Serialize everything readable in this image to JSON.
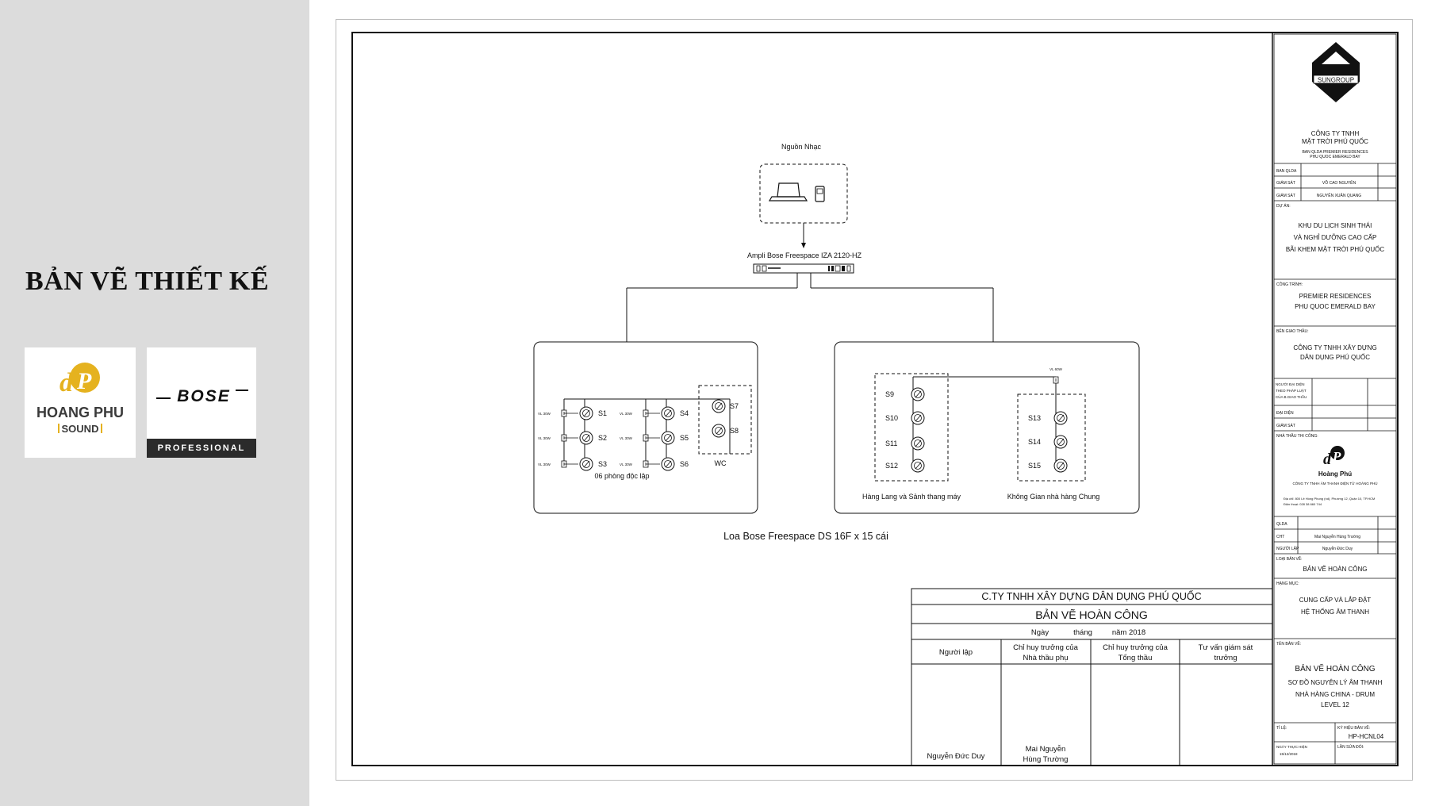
{
  "slide": {
    "title": "BẢN VẼ THIẾT KẾ",
    "logos": {
      "hoang_phu_sound": {
        "line1": "HOANG PHU",
        "line2": "SOUND"
      },
      "bose": {
        "wordmark": "BOSE",
        "badge": "PROFESSIONAL"
      }
    }
  },
  "diagram": {
    "source_label": "Nguồn Nhạc",
    "amp_label": "Ampli Bose Freespace IZA 2120-HZ",
    "left_group": {
      "caption": "06 phòng độc lập",
      "wc_caption": "WC",
      "vol_label": "VL 30W",
      "speakers": [
        "S1",
        "S2",
        "S3",
        "S4",
        "S5",
        "S6",
        "S7",
        "S8"
      ]
    },
    "right_group": {
      "hall_caption": "Hàng Lang và Sảnh thang máy",
      "restaurant_caption": "Không Gian nhà hàng Chung",
      "vol_label": "VL 60W",
      "hall_speakers": [
        "S9",
        "S10",
        "S11",
        "S12"
      ],
      "restaurant_speakers": [
        "S13",
        "S14",
        "S15"
      ]
    },
    "speaker_summary": "Loa Bose Freespace DS 16F x 15 cái"
  },
  "approval_table": {
    "company": "C.TY TNHH XÂY DỰNG DÂN DỤNG PHÚ QUỐC",
    "doc_title": "BẢN VẼ HOÀN CÔNG",
    "date_day": "Ngày",
    "date_month": "tháng",
    "date_year": "năm 2018",
    "columns": [
      {
        "header": [
          "Người lập"
        ],
        "signer": [
          "Nguyễn Đức Duy"
        ]
      },
      {
        "header": [
          "Chỉ huy trưởng của",
          "Nhà thầu phụ"
        ],
        "signer": [
          "Mai Nguyễn",
          "Hùng Trường"
        ]
      },
      {
        "header": [
          "Chỉ huy trưởng của",
          "Tổng thầu"
        ],
        "signer": []
      },
      {
        "header": [
          "Tư vấn giám sát",
          "trưởng"
        ],
        "signer": []
      }
    ]
  },
  "title_block": {
    "client_logo": "SUNGROUP",
    "client_name": [
      "CÔNG TY TNHH",
      "MẶT TRỜI PHÚ QUỐC"
    ],
    "client_sub": [
      "BAN QLDA PREMIER RESIDENCES",
      "PHU QUOC EMERALD BAY"
    ],
    "staff": [
      {
        "role": "BAN QLDA",
        "name": ""
      },
      {
        "role": "GIÁM SÁT",
        "name": "VÕ CAO NGUYÊN"
      },
      {
        "role": "GIÁM SÁT",
        "name": "NGUYỄN XUÂN QUANG"
      }
    ],
    "project_label": "DỰ ÁN:",
    "project": [
      "KHU DU LỊCH SINH THÁI",
      "VÀ NGHỈ DƯỠNG CAO CẤP",
      "BÃI KHEM MẶT TRỜI PHÚ QUỐC"
    ],
    "work_label": "CÔNG TRÌNH:",
    "work": [
      "PREMIER RESIDENCES",
      "PHU QUOC EMERALD BAY"
    ],
    "assignor_label": "BÊN GIAO THẦU:",
    "assignor": [
      "CÔNG TY TNHH XÂY DỰNG",
      "DÂN DỤNG PHÚ QUỐC"
    ],
    "legal_rep": [
      "NGƯỜI ĐẠI DIỆN",
      "THEO PHÁP LUẬT",
      "CỦA B.GIAO THẦU"
    ],
    "rep_rows": [
      "ĐẠI DIỆN",
      "GIÁM SÁT"
    ],
    "contractor_label": "NHÀ THẦU THI CÔNG:",
    "contractor_logo": "Hoàng Phú",
    "contractor_name": "CÔNG TY TNHH ÂM THANH ĐIỆN TỬ HOÀNG PHÚ",
    "contractor_address": [
      "Địa chỉ: 800 Lê Hồng Phong (nd), Phường 12, Quận 10, TP.HCM",
      "Điện thoại: 028 38 660 744"
    ],
    "signoff": [
      {
        "role": "QLDA",
        "name": ""
      },
      {
        "role": "CHT",
        "name": "Mai Nguyễn Hùng Trường"
      },
      {
        "role": "NGƯỜI LẬP",
        "name": "Nguyễn Đức Duy"
      }
    ],
    "drawing_type_label": "LOẠI BẢN VẼ:",
    "drawing_type": "BẢN VẼ HOÀN CÔNG",
    "category_label": "HẠNG MỤC:",
    "category": [
      "CUNG CẤP VÀ LẮP ĐẶT",
      "HỆ THỐNG ÂM THANH"
    ],
    "drawing_name_label": "TÊN BẢN VẼ:",
    "drawing_name": [
      "BẢN VẼ HOÀN CÔNG",
      "SƠ ĐỒ NGUYÊN LÝ ÂM THANH",
      "NHÀ HÀNG CHINA - DRUM",
      "LEVEL 12"
    ],
    "scale_label": "TỈ LỆ:",
    "symbol_label": "KÝ HIỆU BẢN VẼ:",
    "symbol": "HP-HCNL04",
    "date_label": [
      "NGÀY THỰC HIỆN"
    ],
    "date": "15/12/2018",
    "revision_label": "LẦN SỬA ĐỔI:"
  },
  "colors": {
    "accent_gold": "#e5b21f",
    "panel_gray": "#dcdcdc"
  }
}
